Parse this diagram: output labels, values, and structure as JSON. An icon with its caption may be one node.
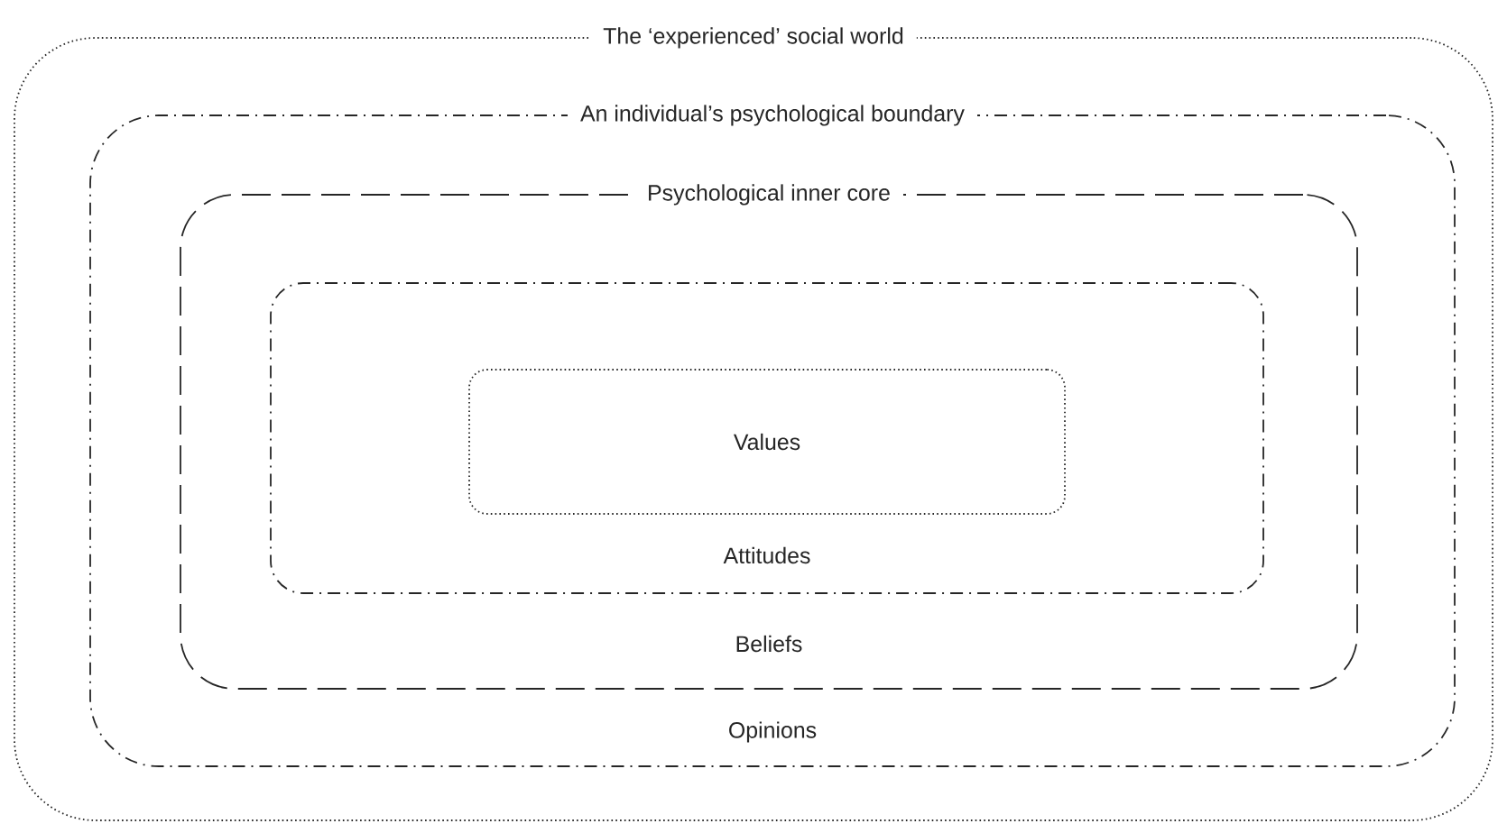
{
  "diagram": {
    "nodes": [
      {
        "text": [
          "The ‘experienced’ social world"
        ]
      },
      {
        "text": [
          "An individual’s psychological boundary",
          "Opinions"
        ],
        "in": 0
      },
      {
        "text": [
          "Psychological inner core",
          "Beliefs"
        ],
        "in": 1
      },
      {
        "text": [
          "Attitudes"
        ],
        "in": 2
      },
      {
        "text": [
          "Values"
        ],
        "in": 3
      }
    ]
  }
}
